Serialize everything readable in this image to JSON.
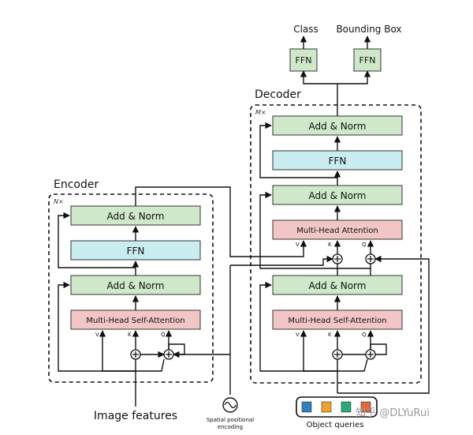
{
  "colors": {
    "norm_fill": "#cfe8c9",
    "norm_stroke": "#333333",
    "ffn_fill": "#c8ecef",
    "attn_fill": "#f3c6c6",
    "line": "#111111",
    "query_blue": "#2f7fc1",
    "query_orange": "#f0a030",
    "query_green": "#2aa876",
    "query_red": "#e0683a"
  },
  "encoder": {
    "title": "Encoder",
    "repeat": "N×",
    "add_norm_top": "Add & Norm",
    "ffn": "FFN",
    "add_norm_bottom": "Add & Norm",
    "attention": "Multi-Head Self-Attention",
    "v": "V",
    "k": "K",
    "q": "Q"
  },
  "decoder": {
    "title": "Decoder",
    "repeat": "M×",
    "add_norm_top": "Add & Norm",
    "ffn": "FFN",
    "add_norm_mid": "Add & Norm",
    "cross_attention": "Multi-Head Attention",
    "add_norm_bottom": "Add & Norm",
    "self_attention": "Multi-Head Self-Attention",
    "v1": "V",
    "k1": "K",
    "q1": "Q",
    "v2": "V",
    "k2": "K",
    "q2": "Q"
  },
  "heads": {
    "class_label": "Class",
    "bbox_label": "Bounding Box",
    "ffn_left": "FFN",
    "ffn_right": "FFN"
  },
  "inputs": {
    "image_features": "Image features",
    "spatial_line1": "Spatial positional",
    "spatial_line2": "encoding",
    "object_queries": "Object queries"
  },
  "watermark": "知乎 @DLYuRui"
}
